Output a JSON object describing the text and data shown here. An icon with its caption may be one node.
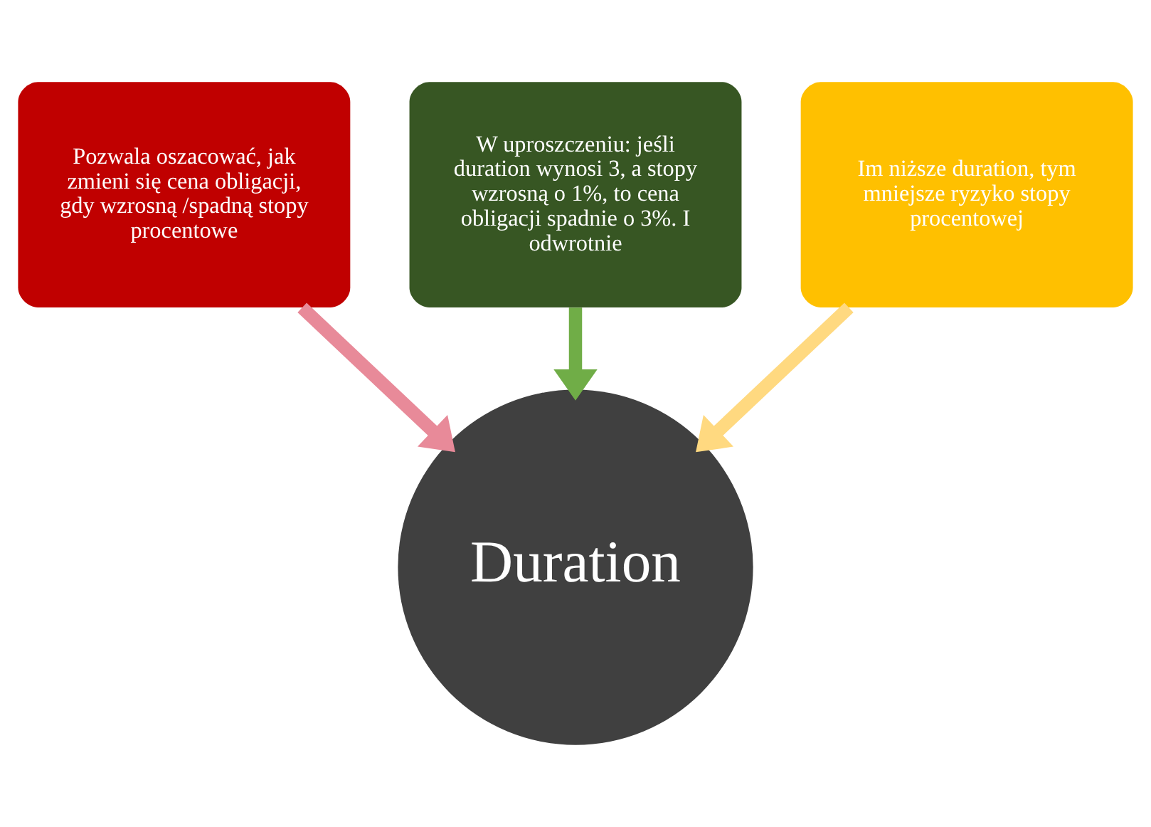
{
  "diagram": {
    "nodes": [
      {
        "text": [
          "Pozwala oszacować, jak zmieni się cena obligacji, gdy wzrosną /spadną stopy procentowe"
        ]
      },
      {
        "text": [
          "W uproszczeniu: jeśli duration wynosi 3, a stopy wzrosną o 1%, to cena obligacji spadnie o 3%. I odwrotnie"
        ]
      },
      {
        "text": [
          "Im niższe duration, tym mniejsze ryzyko stopy procentowej"
        ]
      },
      {
        "text": [
          "Duration"
        ]
      }
    ],
    "edges": [
      {
        "from": 0,
        "to": 3,
        "arrow": "to",
        "color": "#e88a99"
      },
      {
        "from": 1,
        "to": 3,
        "arrow": "to",
        "color": "#70ad47"
      },
      {
        "from": 2,
        "to": 3,
        "arrow": "to",
        "color": "#ffd980"
      }
    ]
  }
}
